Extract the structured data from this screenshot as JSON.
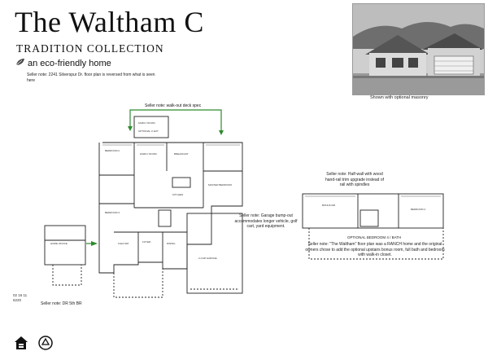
{
  "header": {
    "title": "The Waltham C",
    "collection": "TRADITION COLLECTION",
    "eco_tagline": "an eco-friendly home",
    "seller_note_top": "Seller note: 2241 Silverspur Dr. floor plan is reversed from what is seen here"
  },
  "photo": {
    "caption": "Shown with optional masonry"
  },
  "notes": {
    "deck": "Seller note: walk-out deck spec",
    "garage": "Seller note: Garage bump-out accommodates longer vehicle, golf cart, yard equipment.",
    "halfwall": "Seller note: Half-wall with wood hand-rail trim upgrade instead of rail with spindles",
    "ranch": "Seller note: \"The Waltham\" floor plan was a RANCH home and the original owners chose to add the optional upstairs bonus room, full bath and bedroom with walk-in closet.",
    "loft_title": "OPTIONAL BEDROOM 4 / BATH",
    "office": "Seller note: DR 5th BR",
    "code": "02 16 11\n6220"
  },
  "rooms": {
    "family_room_top": "FAMILY ROOM",
    "optional": "OPTIONAL 4' EXT",
    "bedroom2": "BEDROOM 2",
    "family_room": "FAMILY ROOM",
    "breakfast": "BREAKFAST",
    "kitchen": "KITCHEN",
    "master": "MASTER BEDROOM",
    "bedroom3": "BEDROOM 3",
    "foyer": "FOYER",
    "flex": "FLEX RM",
    "dining": "DINING",
    "garage": "2-CAR GARAGE",
    "home_office": "HOME OFFICE",
    "bonus": "BONUS RM",
    "bedroom4": "BEDROOM 4"
  },
  "colors": {
    "accent_green": "#2e8b2e",
    "line": "#222222"
  },
  "icons": {
    "leaf": "leaf-icon",
    "equal_housing": "equal-housing-icon",
    "recycle": "recycle-icon"
  }
}
